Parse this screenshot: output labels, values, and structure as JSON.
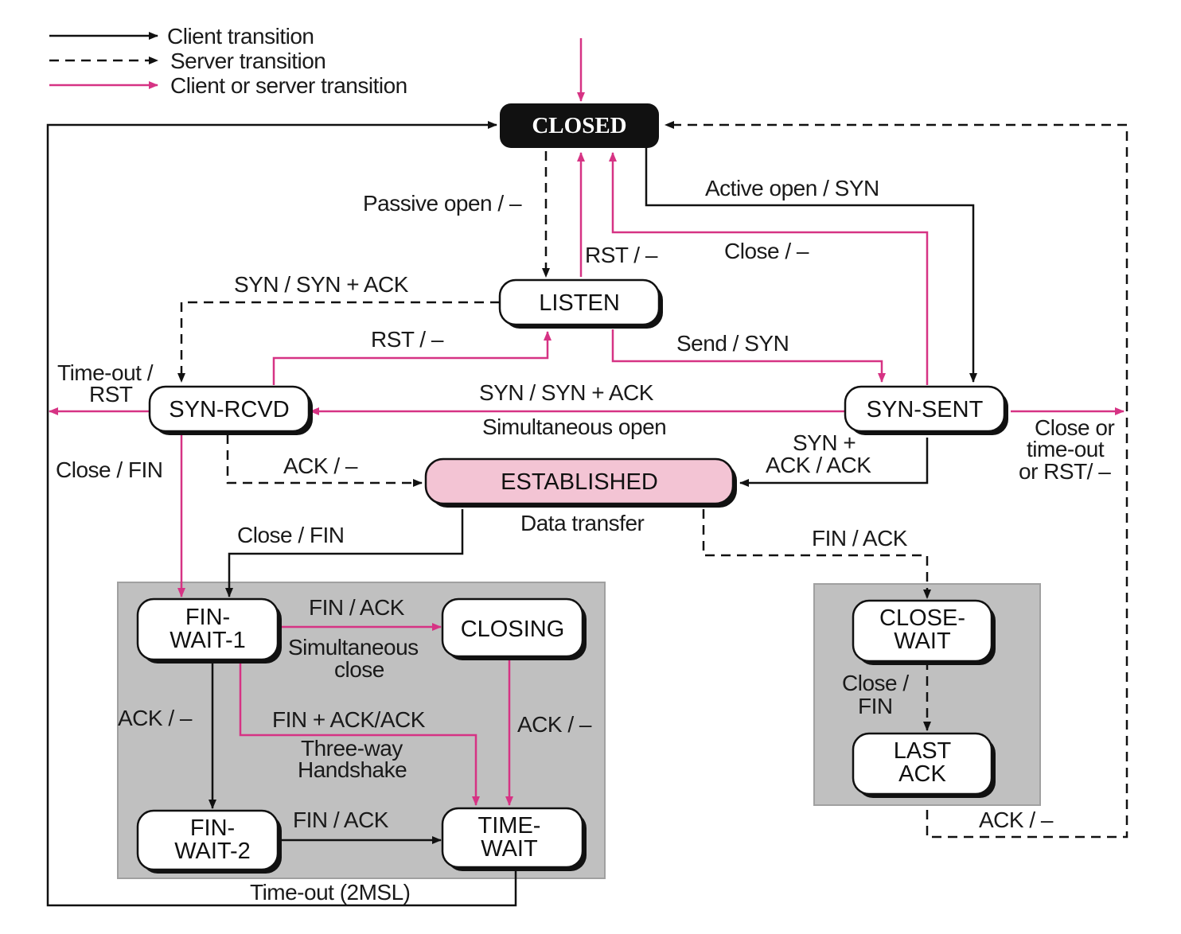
{
  "legend": {
    "client": "Client transition",
    "server": "Server transition",
    "both": "Client or server transition"
  },
  "colors": {
    "pink": "#d63384",
    "established_fill": "#f3c4d4",
    "closed_fill": "#111111",
    "region_fill": "#c0c0c0"
  },
  "states": {
    "closed": "CLOSED",
    "listen": "LISTEN",
    "syn_rcvd": "SYN-RCVD",
    "syn_sent": "SYN-SENT",
    "established": "ESTABLISHED",
    "fin_wait_1": [
      "FIN-",
      "WAIT-1"
    ],
    "closing": "CLOSING",
    "fin_wait_2": [
      "FIN-",
      "WAIT-2"
    ],
    "time_wait": [
      "TIME-",
      "WAIT"
    ],
    "close_wait": [
      "CLOSE-",
      "WAIT"
    ],
    "last_ack": [
      "LAST",
      "ACK"
    ]
  },
  "labels": {
    "passive_open": "Passive open / –",
    "rst_listen_closed": "RST / –",
    "active_open": "Active open / SYN",
    "close_synsent": "Close / –",
    "syn_synack": "SYN / SYN + ACK",
    "rst_synrcvd_listen": "RST / –",
    "send_syn": "Send / SYN",
    "timeout_rst": [
      "Time-out /",
      "RST"
    ],
    "syn_synack_sim": "SYN / SYN + ACK",
    "simultaneous_open": "Simultaneous open",
    "close_timeout_rst": [
      "Close or",
      "time-out",
      "or RST/ –"
    ],
    "close_fin_left": "Close / FIN",
    "ack_synrcvd": "ACK / –",
    "synack_ack": [
      "SYN +",
      "ACK / ACK"
    ],
    "data_transfer": "Data transfer",
    "close_fin_est": "Close / FIN",
    "fin_ack_est": "FIN / ACK",
    "fin_ack_fw1": "FIN / ACK",
    "simultaneous_close": [
      "Simultaneous",
      "close"
    ],
    "ack_fw1": "ACK / –",
    "finack_ack": "FIN + ACK/ACK",
    "three_way": [
      "Three-way",
      "Handshake"
    ],
    "ack_closing": "ACK / –",
    "fin_ack_fw2": "FIN / ACK",
    "timeout_2msl": "Time-out (2MSL)",
    "close_fin_cw": [
      "Close /",
      "FIN"
    ],
    "ack_lastack": "ACK / –"
  }
}
